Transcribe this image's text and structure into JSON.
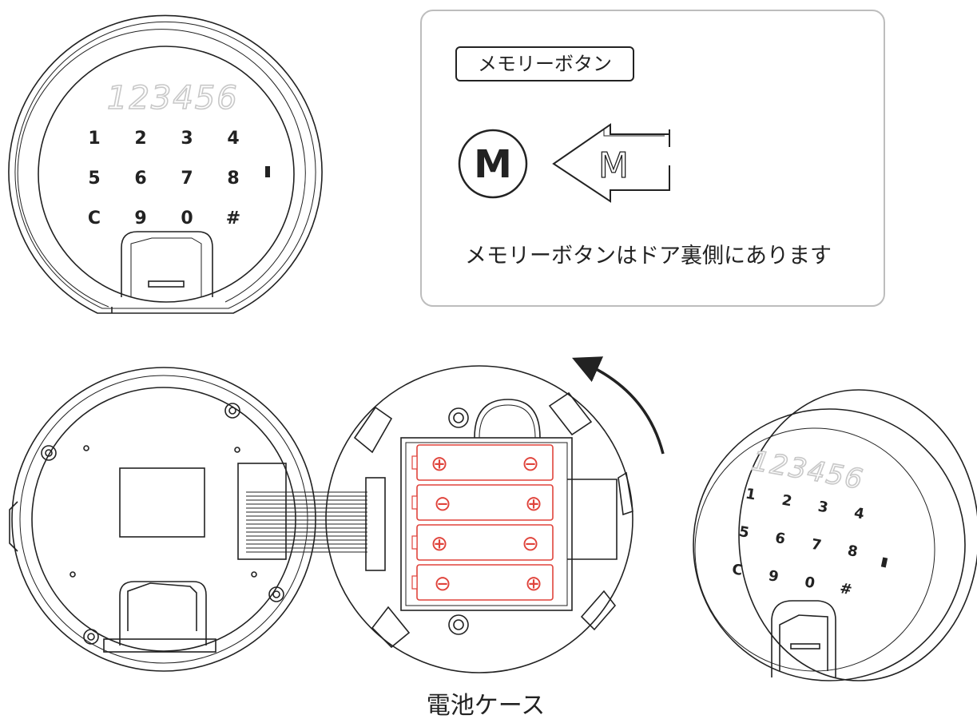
{
  "display_digits": "123456",
  "keypad_keys": [
    "1",
    "2",
    "3",
    "4",
    "5",
    "6",
    "7",
    "8",
    "C",
    "9",
    "0",
    "#"
  ],
  "memory_button": {
    "tag_label": "メモリーボタン",
    "button_letter": "M",
    "note": "メモリーボタンはドア裏側にあります"
  },
  "battery_case_label": "電池ケース",
  "battery_polarity": {
    "plus": "⊕",
    "minus": "⊖"
  },
  "colors": {
    "line": "#222222",
    "battery": "#e0443c",
    "display_segments": "#c8c8c8",
    "callout_border": "#bdbdbd"
  }
}
